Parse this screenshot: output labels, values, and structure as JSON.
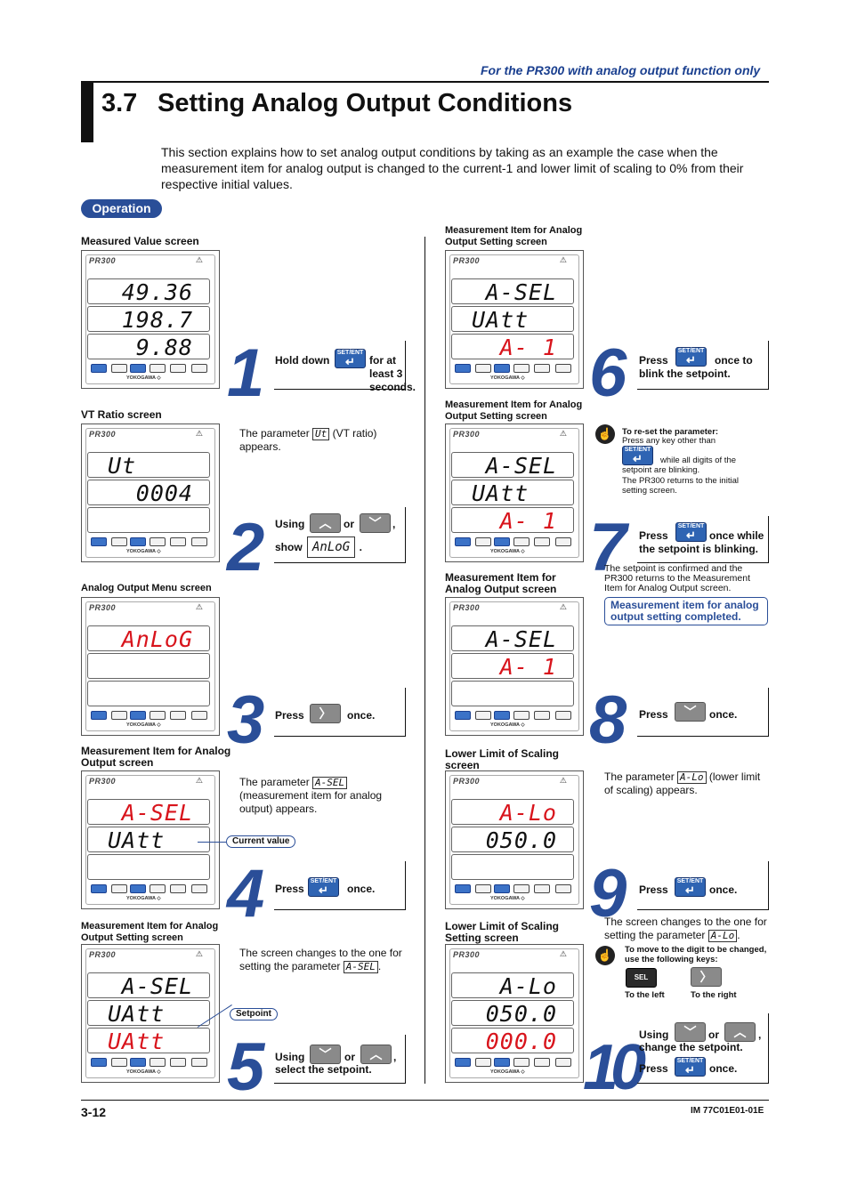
{
  "header": {
    "note": "For the PR300 with analog output function only",
    "section_number": "3.7",
    "section_title": "Setting Analog Output Conditions",
    "intro": "This section explains how to set analog output conditions by taking as an example the case when the measurement item for analog output is changed to the current-1 and lower limit of scaling to 0% from their respective initial values.",
    "operation_badge": "Operation"
  },
  "footer": {
    "page": "3-12",
    "doc_id": "IM 77C01E01-01E"
  },
  "device": {
    "brand": "PR300",
    "logo": "YOKOGAWA ◇",
    "warn": "⚠"
  },
  "buttons": {
    "set_ent": "SET/ENT",
    "set_ent_arrow": "↵",
    "up": "︿",
    "down": "﹀",
    "right": "〉",
    "sel": "SEL"
  },
  "colors": {
    "accent": "#2a4e98",
    "segment_red": "#d8141c",
    "key_blue": "#3b72c7"
  },
  "left_column": [
    {
      "screen_label": "Measured Value screen",
      "displays": [
        {
          "text": "49.36",
          "red": false
        },
        {
          "text": "198.7",
          "red": false
        },
        {
          "text": "9.88",
          "red": false
        }
      ],
      "step": "1",
      "step_text": {
        "a": "Hold down",
        "b": "for at least 3 seconds."
      },
      "note": ""
    },
    {
      "screen_label": "VT Ratio screen",
      "displays": [
        {
          "text": "Ut",
          "red": false
        },
        {
          "text": "0004",
          "red": false
        },
        {
          "text": "",
          "red": false
        }
      ],
      "step": "2",
      "step_text": {
        "a": "Using",
        "b": "or",
        "c": "show",
        "seg": "AnLoG"
      },
      "note": {
        "a": "The parameter",
        "seg": "Ut",
        "b": "(VT ratio) appears."
      }
    },
    {
      "screen_label": "Analog Output Menu screen",
      "displays": [
        {
          "text": "AnLoG",
          "red": true
        },
        {
          "text": "",
          "red": false
        },
        {
          "text": "",
          "red": false
        }
      ],
      "step": "3",
      "step_text": {
        "a": "Press",
        "b": "once."
      },
      "note": ""
    },
    {
      "screen_label": "Measurement Item for Analog Output screen",
      "displays": [
        {
          "text": "A-SEL",
          "red": true
        },
        {
          "text": "UAtt",
          "red": false
        },
        {
          "text": "",
          "red": false
        }
      ],
      "step": "4",
      "step_text": {
        "a": "Press",
        "b": "once."
      },
      "note": {
        "a": "The parameter",
        "seg": "A-SEL",
        "b": "(measurement item for analog output) appears."
      },
      "callout": "Current value"
    },
    {
      "screen_label": "Measurement Item for Analog Output Setting screen",
      "displays": [
        {
          "text": "A-SEL",
          "red": false
        },
        {
          "text": "UAtt",
          "red": false
        },
        {
          "text": "UAtt",
          "red": true
        }
      ],
      "step": "5",
      "step_text": {
        "a": "Using",
        "b": "or",
        "c": "select the setpoint."
      },
      "note": {
        "a": "The screen changes to the one for setting the parameter",
        "seg": "A-SEL"
      },
      "callout": "Setpoint"
    }
  ],
  "right_column": [
    {
      "screen_label": "Measurement Item for Analog Output Setting screen",
      "displays": [
        {
          "text": "A-SEL",
          "red": false
        },
        {
          "text": "UAtt",
          "red": false
        },
        {
          "text": "A- 1",
          "red": true
        }
      ],
      "step": "6",
      "step_text": {
        "a": "Press",
        "b": "once to blink the setpoint."
      }
    },
    {
      "screen_label": "Measurement Item for Analog Output Setting screen",
      "displays": [
        {
          "text": "A-SEL",
          "red": false
        },
        {
          "text": "UAtt",
          "red": false
        },
        {
          "text": "A- 1",
          "red": true
        }
      ],
      "step": "7",
      "step_text": {
        "a": "Press",
        "b": "once while the setpoint is blinking."
      },
      "reset_note": {
        "title": "To re-set the parameter:",
        "a": "Press any key other than",
        "b": "while all digits of the setpoint are blinking.",
        "c": "The PR300 returns to the initial setting screen."
      },
      "note": "The setpoint is confirmed and the PR300 returns to the Measurement Item for Analog Output screen.",
      "info": "Measurement item for analog output setting completed."
    },
    {
      "screen_label": "Measurement Item for Analog Output screen",
      "displays": [
        {
          "text": "A-SEL",
          "red": false
        },
        {
          "text": "A- 1",
          "red": true
        },
        {
          "text": "",
          "red": false
        }
      ],
      "step": "8",
      "step_text": {
        "a": "Press",
        "b": "once."
      }
    },
    {
      "screen_label": "Lower Limit of Scaling screen",
      "displays": [
        {
          "text": "A-Lo",
          "red": true
        },
        {
          "text": "050.0",
          "red": false
        },
        {
          "text": "",
          "red": false
        }
      ],
      "step": "9",
      "step_text": {
        "a": "Press",
        "b": "once."
      },
      "note": {
        "a": "The parameter",
        "seg": "A-Lo",
        "b": "(lower limit of scaling) appears."
      }
    },
    {
      "screen_label": "Lower Limit of Scaling Setting screen",
      "displays": [
        {
          "text": "A-Lo",
          "red": false
        },
        {
          "text": "050.0",
          "red": false
        },
        {
          "text": "000.0",
          "red": true
        }
      ],
      "step": "10",
      "step_text": {
        "a": "Using",
        "b": "or",
        "c": "change the setpoint.",
        "d": "Press",
        "e": "once."
      },
      "note": {
        "a": "The screen changes to the one for setting the parameter",
        "seg": "A-Lo"
      },
      "move_note": {
        "title": "To move to the digit to be changed, use the following keys:",
        "left": "To the left",
        "right": "To the right"
      }
    }
  ]
}
